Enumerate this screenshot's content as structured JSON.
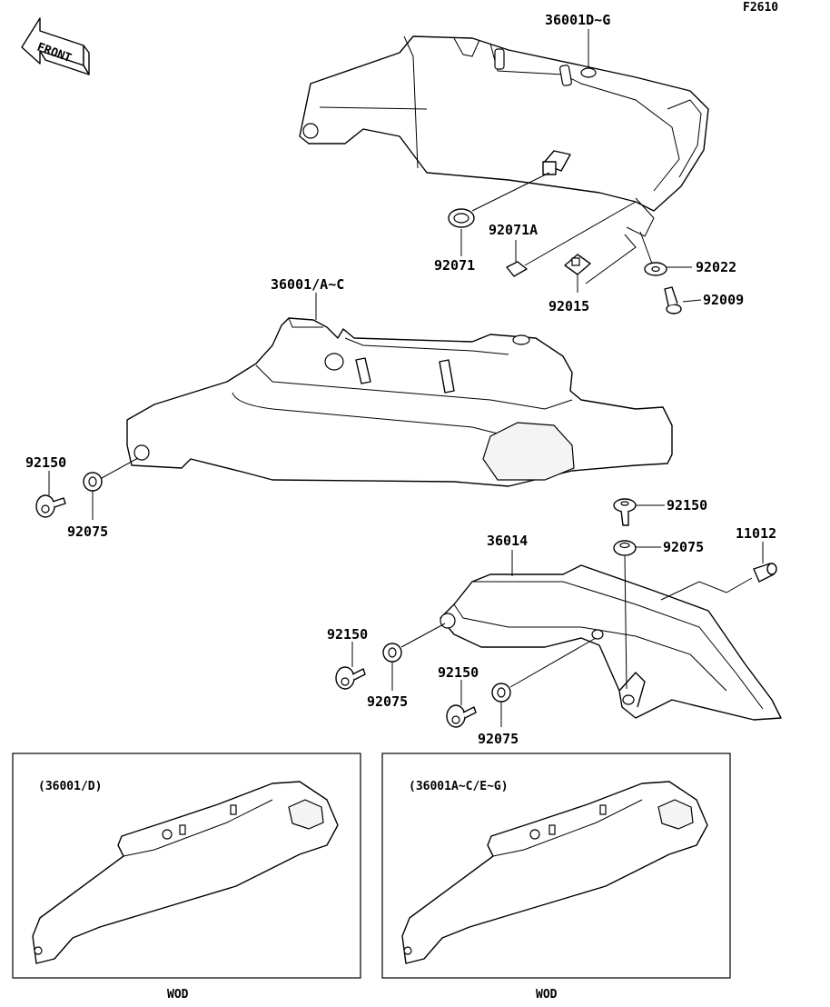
{
  "sheet_code": "F2610",
  "front_arrow": {
    "label": "FRONT",
    "icon": "front-arrow-icon"
  },
  "parts": {
    "cover_36001D_G": "36001D~G",
    "cover_36001A_C": "36001/A~C",
    "cover_36014": "36014",
    "damper_92071": "92071",
    "nut_92071A": "92071A",
    "nut_92015": "92015",
    "washer_92022": "92022",
    "bolt_92009": "92009",
    "bolt_92150_a": "92150",
    "grommet_92075_a": "92075",
    "bolt_92150_b": "92150",
    "grommet_92075_b": "92075",
    "collar_11012": "11012",
    "bolt_92150_c": "92150",
    "grommet_92075_c": "92075",
    "bolt_92150_d": "92150",
    "grommet_92075_d": "92075"
  },
  "inset_left": {
    "title": "(36001/D)",
    "caption": "WOD"
  },
  "inset_right": {
    "title": "(36001A~C/E~G)",
    "caption": "WOD"
  }
}
